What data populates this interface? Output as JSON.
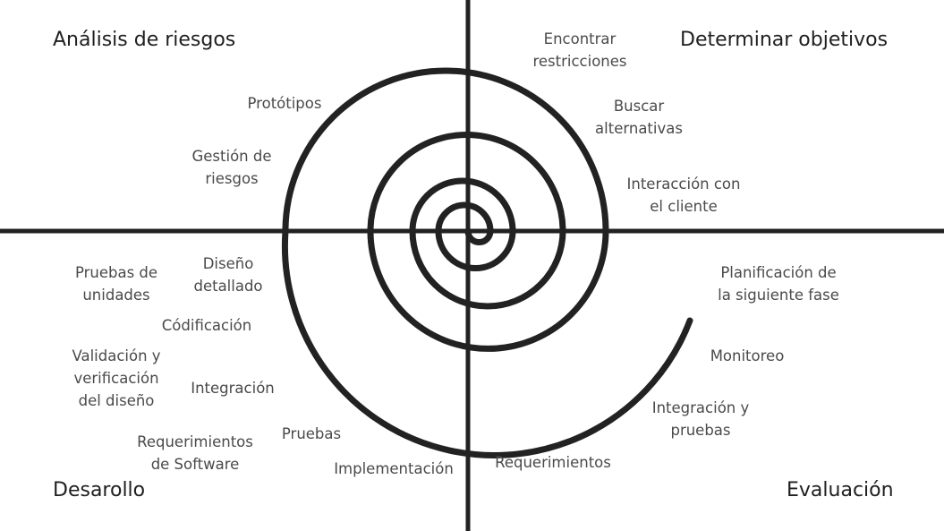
{
  "colors": {
    "line": "#222222",
    "text": "#4a4a4a",
    "heading": "#1f1f1f"
  },
  "quadrants": {
    "top_left": "Análisis de riesgos",
    "top_right": "Determinar objetivos",
    "bottom_left": "Desarollo",
    "bottom_right": "Evaluación"
  },
  "labels": {
    "encontrar_restricciones": [
      "Encontrar",
      "restricciones"
    ],
    "buscar_alternativas": [
      "Buscar",
      "alternativas"
    ],
    "interaccion_cliente": [
      "Interacción con",
      "el cliente"
    ],
    "prototipos": [
      "Protótipos"
    ],
    "gestion_riesgos": [
      "Gestión de",
      "riesgos"
    ],
    "diseno_detallado": [
      "Diseño",
      "detallado"
    ],
    "pruebas_unidades": [
      "Pruebas de",
      "unidades"
    ],
    "codificacion": [
      "Códificación"
    ],
    "validacion_verificacion": [
      "Validación y",
      "verificación",
      "del diseño"
    ],
    "integracion": [
      "Integración"
    ],
    "requerimientos_software": [
      "Requerimientos",
      "de Software"
    ],
    "pruebas": [
      "Pruebas"
    ],
    "implementacion": [
      "Implementación"
    ],
    "requerimientos": [
      "Requerimientos"
    ],
    "planificacion": [
      "Planificación de",
      "la siguiente fase"
    ],
    "monitoreo": [
      "Monitoreo"
    ],
    "integracion_pruebas": [
      "Integración y",
      "pruebas"
    ]
  }
}
